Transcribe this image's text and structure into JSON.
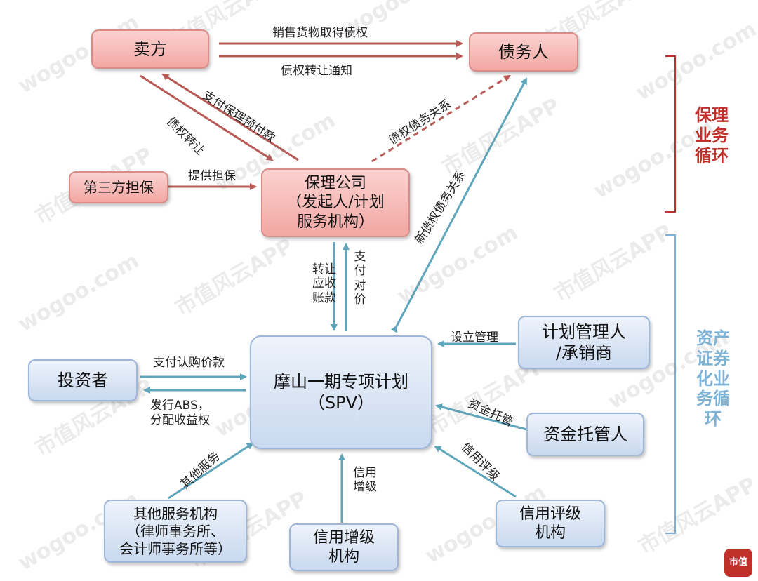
{
  "nodes": {
    "seller": "卖方",
    "debtor": "债务人",
    "third_party": "第三方担保",
    "factoring": "保理公司\n（发起人/计划\n服务机构）",
    "spv": "摩山一期专项计划\n（SPV）",
    "investor": "投资者",
    "manager": "计划管理人\n/承销商",
    "custodian": "资金托管人",
    "rating": "信用评级\n机构",
    "enhancement": "信用增级\n机构",
    "other": "其他服务机构\n（律师事务所、\n会计师事务所等）"
  },
  "edges": {
    "sell_goods": "销售货物取得债权",
    "transfer_notice": "债权转让通知",
    "pay_advance": "支付保理预付款",
    "transfer_claim": "债权转让",
    "debt_relation": "债权债务关系",
    "provide_guarantee": "提供担保",
    "new_debt_relation": "新债权债务关系",
    "transfer_receivables": "转让应收账款",
    "pay_consideration": "支付对价",
    "pay_subscription": "支付认购价款",
    "issue_abs": "发行ABS，\n分配收益权",
    "setup_manage": "设立管理",
    "fund_custody": "资金托管",
    "credit_rating": "信用评级",
    "credit_enhancement": "信用增级",
    "other_services": "其他服务"
  },
  "cycles": {
    "factoring": "保理业务循环",
    "abs": "资产证券化业务循环"
  },
  "watermark": {
    "site": "wogoo.com",
    "app": "市值风云APP",
    "logo": "市值"
  },
  "colors": {
    "red_arrow": "#b85a55",
    "blue_arrow": "#5fa6bd",
    "red_bracket": "#c0302b",
    "blue_bracket": "#7fb3d6"
  }
}
